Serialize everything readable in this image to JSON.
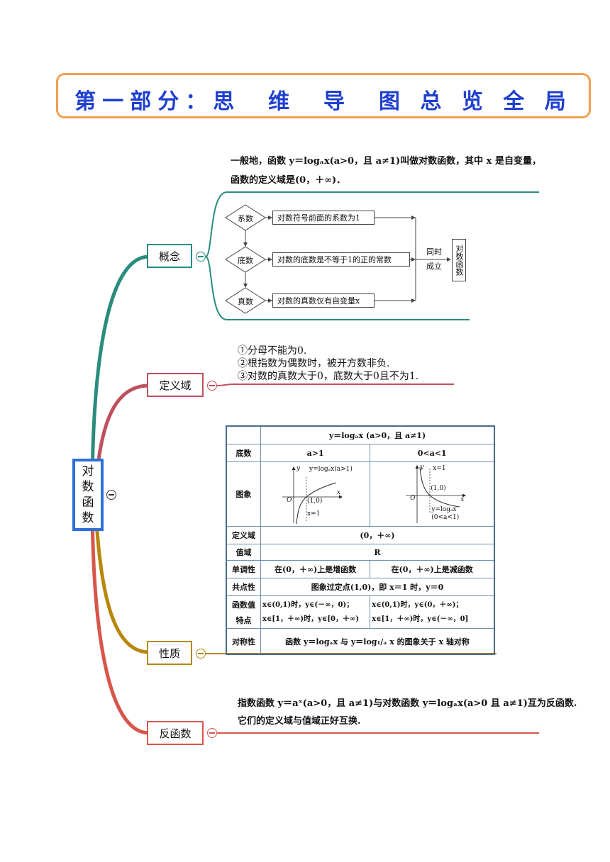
{
  "banner": {
    "title": "第一部分：思  维  导  图 总 览 全 局"
  },
  "root": {
    "label": "对数函数"
  },
  "branches": {
    "concept": {
      "label": "概念",
      "definition_line1": "一般地，函数 y＝logₐx(a>0，且 a≠1)叫做对数函数，其中 x 是自变量，",
      "definition_line2": "函数的定义域是(0，＋∞)．",
      "flow": {
        "rows": [
          {
            "diamond": "系数",
            "box": "对数符号前面的系数为1"
          },
          {
            "diamond": "底数",
            "box": "对数的底数是不等于1的正的常数"
          },
          {
            "diamond": "真数",
            "box": "对数的真数仅有自变量x"
          }
        ],
        "join_label_1": "同时",
        "join_label_2": "成立",
        "result": "对数函数"
      }
    },
    "domain": {
      "label": "定义域",
      "rules": [
        "①分母不能为0.",
        "②根指数为偶数时，被开方数非负.",
        "③对数的真数大于0，底数大于0且不为1."
      ]
    },
    "properties": {
      "label": "性质",
      "table": {
        "header": "y＝logₐx (a>0，且 a≠1)",
        "row_base": {
          "label": "底数",
          "a": "a>1",
          "b": "0<a<1"
        },
        "row_graph": {
          "label": "图象",
          "graph_a": {
            "curve_label": "y=logₐx(a>1)",
            "point_label": "(1,0)",
            "line_label": "x=1",
            "origin": "O",
            "x_axis": "x",
            "y_axis": "y"
          },
          "graph_b": {
            "curve_label_1": "y=logₐx",
            "curve_label_2": "(0<a<1)",
            "point_label": "(1,0)",
            "line_label": "x=1",
            "origin": "O",
            "x_axis": "x",
            "y_axis": "y"
          }
        },
        "row_domain": {
          "label": "定义域",
          "value": "(0，＋∞)"
        },
        "row_range": {
          "label": "值域",
          "value": "R"
        },
        "row_mono": {
          "label": "单调性",
          "a": "在(0，＋∞)上是增函数",
          "b": "在(0，＋∞)上是减函数"
        },
        "row_common": {
          "label": "共点性",
          "value": "图象过定点(1,0)，即 x＝1 时，y＝0"
        },
        "row_values": {
          "label_1": "函数值",
          "label_2": "特点",
          "a_1": "x∈(0,1)时，y∈(－∞，0)；",
          "a_2": "x∈[1，＋∞)时，y∈[0，＋∞)",
          "b_1": "x∈(0,1)时，y∈(0，＋∞)；",
          "b_2": "x∈[1，＋∞)时，y∈(－∞，0]"
        },
        "row_symmetry": {
          "label": "对称性",
          "value": "函数 y＝logₐx 与 y＝log₁/ₐ x 的图象关于 x 轴对称"
        }
      }
    },
    "inverse": {
      "label": "反函数",
      "line1": "指数函数 y＝aˣ(a>0，且 a≠1)与对数函数 y＝logₐx(a>0 且 a≠1)互为反函数.",
      "line2": "它们的定义域与值域正好互换."
    }
  },
  "colors": {
    "banner_border": "#f0a050",
    "banner_text": "#1f3fd0",
    "root_border": "#2e6fd8",
    "concept": "#2a8c7e",
    "domain": "#c0505e",
    "properties": "#b8860b",
    "inverse": "#d8554a"
  }
}
